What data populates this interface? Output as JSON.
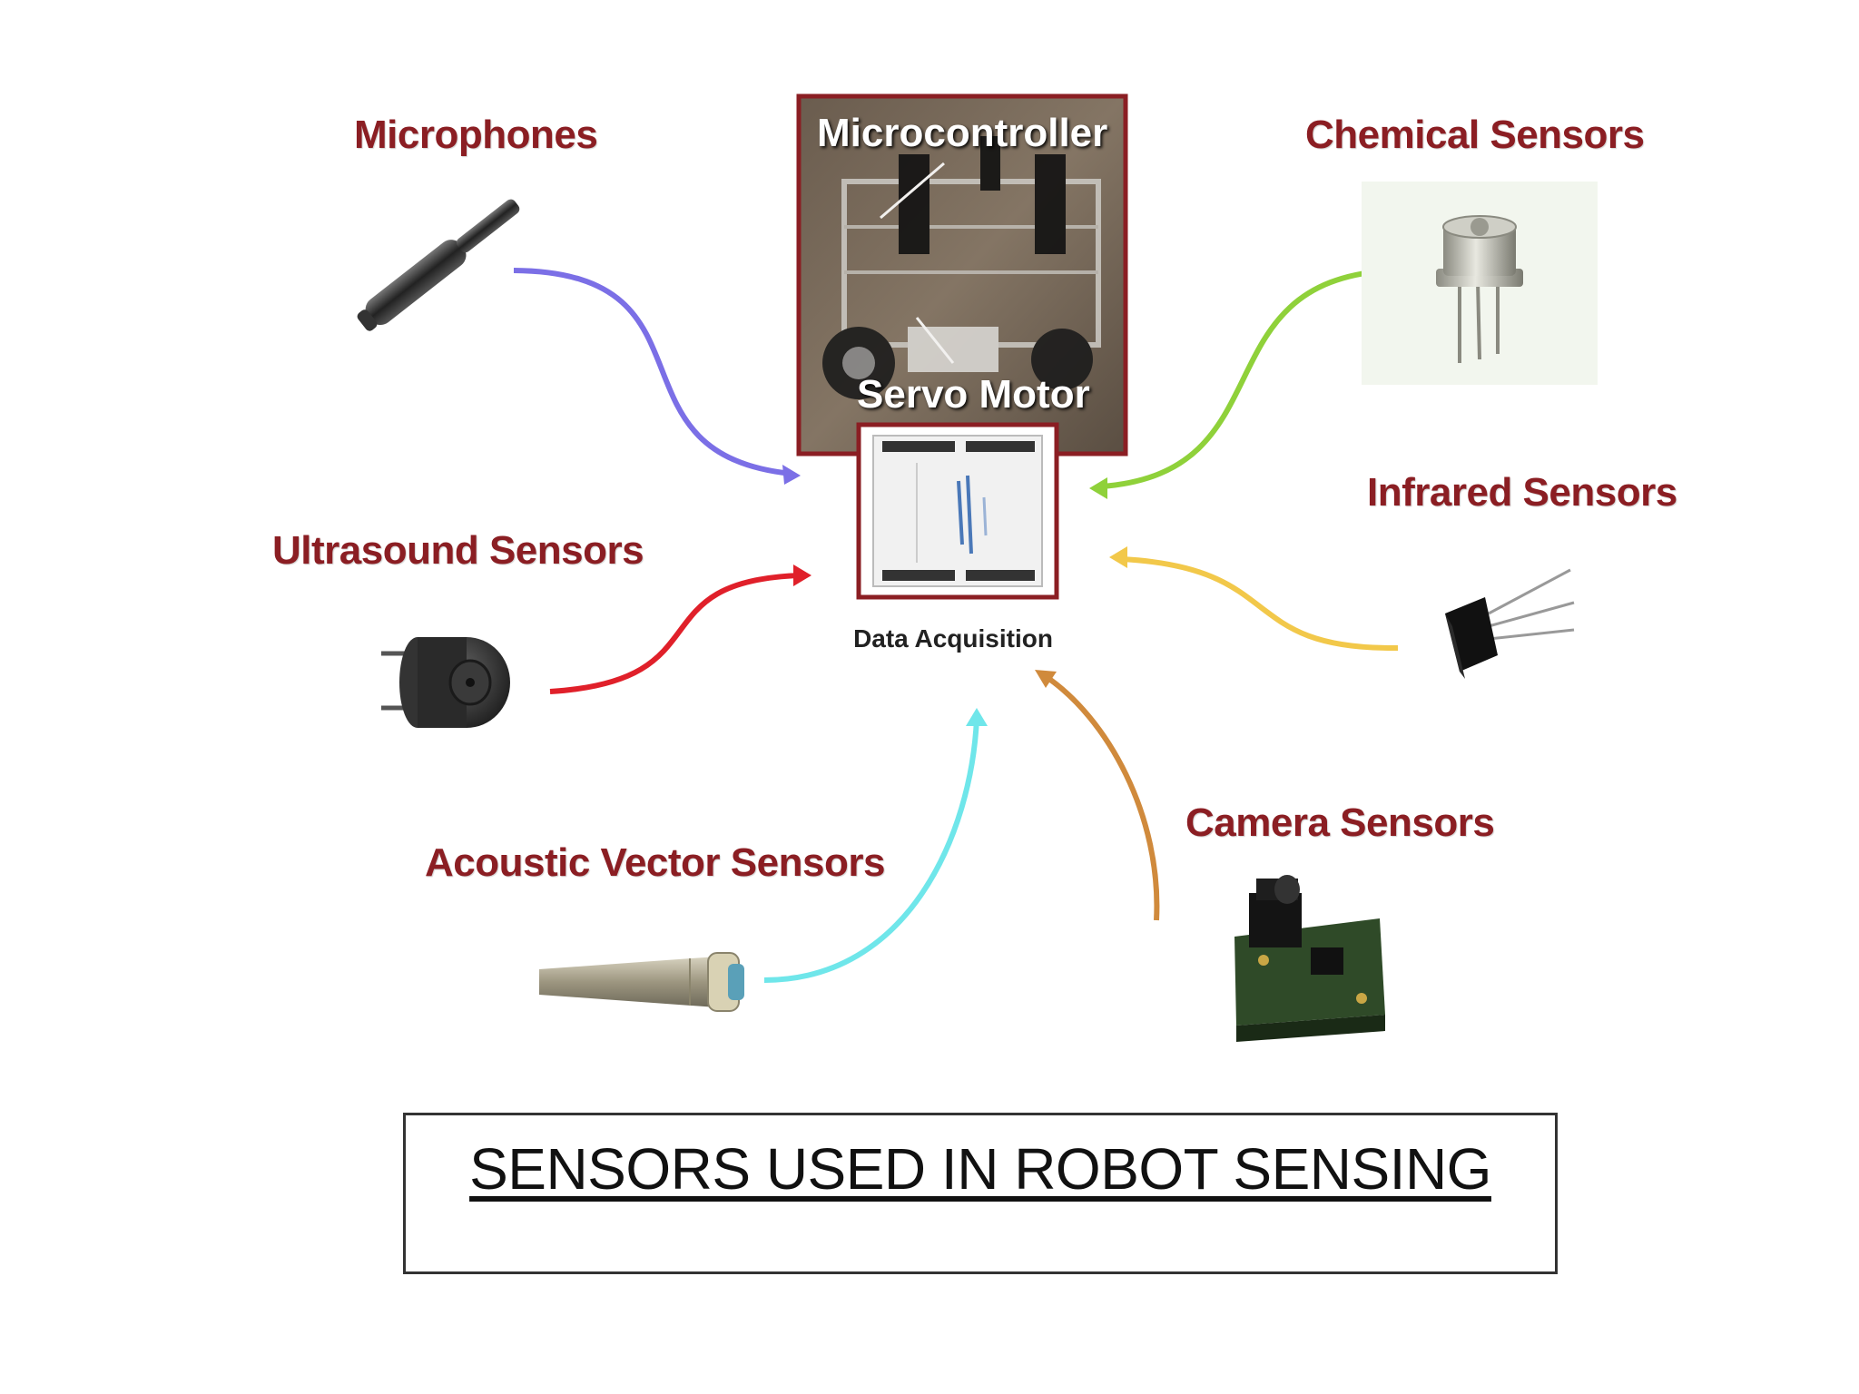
{
  "title": "SENSORS USED IN ROBOT SENSING",
  "center": {
    "robot_labels": {
      "microcontroller": "Microcontroller",
      "servo": "Servo Motor"
    },
    "daq_caption": "Data Acquisition"
  },
  "sensors": {
    "microphones": {
      "label": "Microphones",
      "arrow_color": "#7b6fe6"
    },
    "ultrasound": {
      "label": "Ultrasound Sensors",
      "arrow_color": "#e0202a"
    },
    "acoustic_vector": {
      "label": "Acoustic Vector Sensors",
      "arrow_color": "#6fe6ea"
    },
    "chemical": {
      "label": "Chemical Sensors",
      "arrow_color": "#8fd13a"
    },
    "infrared": {
      "label": "Infrared Sensors",
      "arrow_color": "#f2c84a"
    },
    "camera": {
      "label": "Camera Sensors",
      "arrow_color": "#d08a3c"
    }
  },
  "colors": {
    "label": "#8b1e23",
    "frame": "#8b1e23"
  }
}
